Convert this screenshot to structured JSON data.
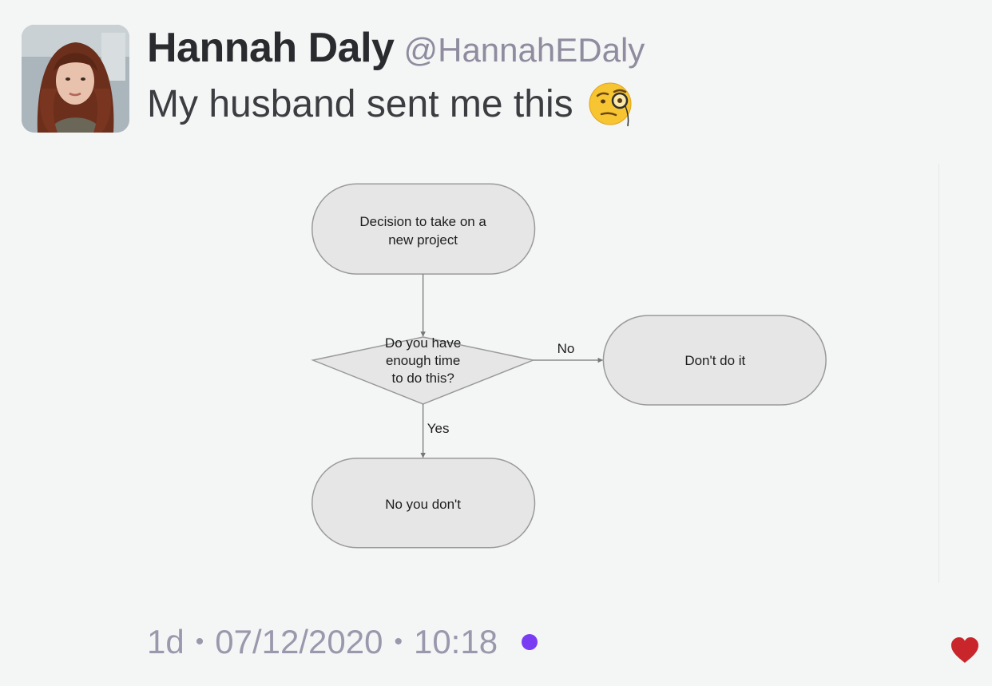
{
  "tweet": {
    "author": {
      "display_name": "Hannah Daly",
      "handle": "@HannahEDaly"
    },
    "text": "My husband sent me this",
    "emoji": "face-with-monocle-icon",
    "flowchart": {
      "start": "Decision to take on a new project",
      "start_line1": "Decision to take on a",
      "start_line2": "new project",
      "question_line1": "Do you have",
      "question_line2": "enough time",
      "question_line3": "to do this?",
      "no_label": "No",
      "yes_label": "Yes",
      "no_outcome": "Don't do it",
      "yes_outcome": "No you don't"
    },
    "meta": {
      "age": "1d",
      "separator": "•",
      "date": "07/12/2020",
      "time": "10:18"
    },
    "colors": {
      "unread_dot": "#7a3cf2",
      "like_heart": "#c8262b"
    },
    "like_icon": "heart-icon"
  }
}
